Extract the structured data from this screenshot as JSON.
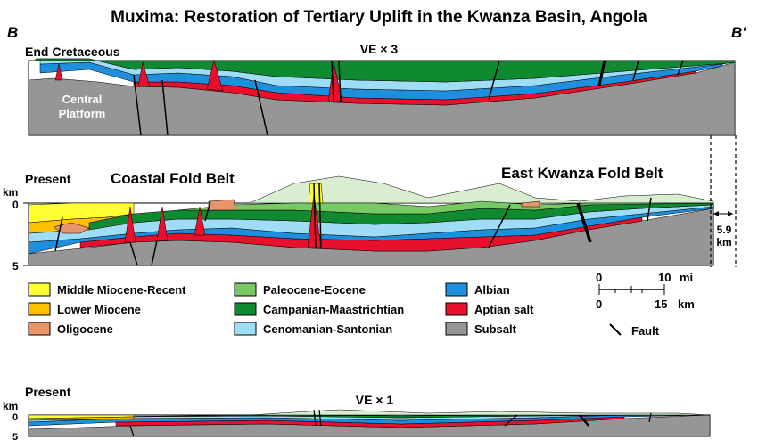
{
  "title": "Muxima: Restoration of Tertiary Uplift in the Kwanza Basin, Angola",
  "endpoints": {
    "left": "B",
    "right": "B′"
  },
  "section_top": {
    "label": "End Cretaceous",
    "ve": "VE × 3",
    "platform_label_1": "Central",
    "platform_label_2": "Platform"
  },
  "section_middle": {
    "label": "Present",
    "km_unit": "km",
    "km_top": "0",
    "km_bottom": "5",
    "coastal_label": "Coastal Fold Belt",
    "east_label": "East Kwanza Fold Belt",
    "shortening_value": "5.9",
    "shortening_unit": "km"
  },
  "section_bottom": {
    "label": "Present",
    "ve": "VE × 1",
    "km_unit": "km",
    "km_top": "0",
    "km_bottom": "5"
  },
  "legend": [
    {
      "label": "Middle Miocene-Recent",
      "color": "#ffff33"
    },
    {
      "label": "Lower Miocene",
      "color": "#ffc000"
    },
    {
      "label": "Oligocene",
      "color": "#e8956a"
    },
    {
      "label": "Paleocene-Eocene",
      "color": "#78c864"
    },
    {
      "label": "Campanian-Maastrichtian",
      "color": "#108a30"
    },
    {
      "label": "Cenomanian-Santonian",
      "color": "#9fdcf5"
    },
    {
      "label": "Albian",
      "color": "#1e8fdc"
    },
    {
      "label": "Aptian salt",
      "color": "#e8102a"
    },
    {
      "label": "Subsalt",
      "color": "#969696"
    }
  ],
  "fault_label": "Fault",
  "scale": {
    "mi_zero": "0",
    "mi_max": "10",
    "mi_unit": "mi",
    "km_zero": "0",
    "km_max": "15",
    "km_unit": "km"
  },
  "colors": {
    "middle_miocene": "#ffff33",
    "lower_miocene": "#ffc000",
    "oligocene": "#e8956a",
    "paleocene": "#78c864",
    "campanian": "#108a30",
    "cenomanian": "#9fdcf5",
    "albian": "#1e8fdc",
    "salt": "#e8102a",
    "subsalt": "#969696",
    "eroded": "#d9edd0"
  }
}
